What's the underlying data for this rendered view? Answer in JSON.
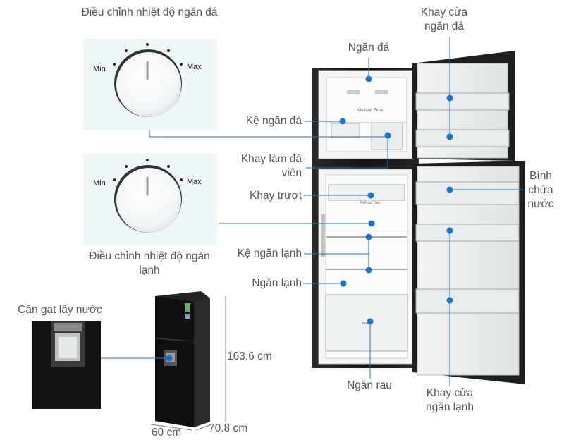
{
  "labels": {
    "dial_freezer": "Điều chỉnh nhiệt độ ngăn đá",
    "dial_fridge": "Điều chỉnh nhiệt độ ngăn lạnh",
    "dial_min": "Min",
    "dial_max": "Max",
    "freezer_compartment": "Ngăn đá",
    "freezer_door_tray": "Khay cửa ngăn đá",
    "freezer_shelf": "Kệ ngăn đá",
    "ice_tray": "Khay làm đá viên",
    "sliding_tray": "Khay trượt",
    "water_tank": "Bình chứa nước",
    "fridge_shelf": "Kệ ngăn lạnh",
    "fridge_compartment": "Ngăn lạnh",
    "crisper": "Ngăn rau",
    "fridge_door_tray": "Khay cửa ngăn lạnh",
    "dispenser_lever": "Cần gạt lấy nước",
    "height": "163.6 cm",
    "width": "60 cm",
    "depth": "70.8 cm",
    "multi_air_flow": "Multi Air Flow",
    "pull_out_tray": "Pull-out Tray",
    "fresh_balancer": "Fresh"
  },
  "colors": {
    "marker": "#1a73c9",
    "leader_line": "#2f6fb5",
    "label_text": "#555555",
    "fridge_body": "#1b1b1b",
    "panel_bg": "#eef6f8"
  }
}
